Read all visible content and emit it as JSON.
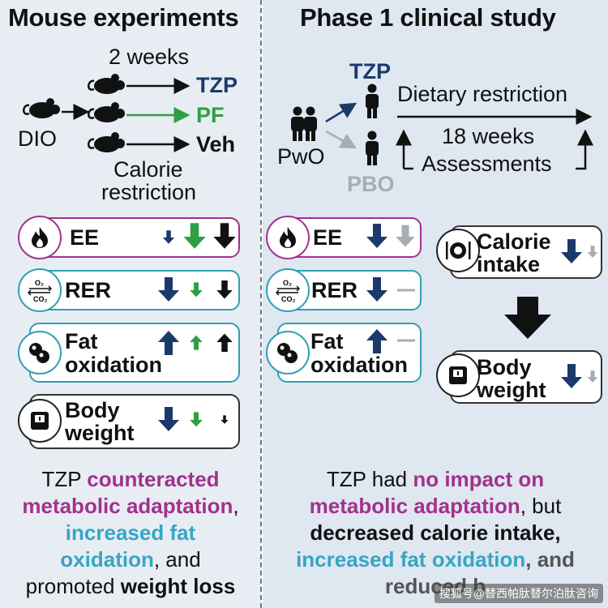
{
  "left": {
    "header": "Mouse experiments",
    "duration": "2 weeks",
    "dio": "DIO",
    "arms": [
      "TZP",
      "PF",
      "Veh"
    ],
    "calorie_restriction": [
      "Calorie",
      "restriction"
    ],
    "cards": {
      "ee": "EE",
      "rer": "RER",
      "fat": [
        "Fat",
        "oxidation"
      ],
      "body": [
        "Body",
        "weight"
      ]
    },
    "footer": {
      "l1a": "TZP ",
      "l1b": "counteracted",
      "l2a": "metabolic adaptation",
      "l2b": ",",
      "l3": "increased fat",
      "l4a": "oxidation",
      "l4b": ", and",
      "l5a": "promoted ",
      "l5b": "weight loss"
    }
  },
  "right": {
    "header": "Phase 1 clinical study",
    "pwo": "PwO",
    "tzp": "TZP",
    "pbo": "PBO",
    "dietary": "Dietary restriction",
    "weeks": "18 weeks",
    "assessments": "Assessments",
    "cards": {
      "ee": "EE",
      "rer": "RER",
      "fat": [
        "Fat",
        "oxidation"
      ],
      "calorie": [
        "Calorie",
        "intake"
      ],
      "body": [
        "Body",
        "weight"
      ]
    },
    "footer": {
      "l1a": "TZP had ",
      "l1b": "no impact on",
      "l2a": "metabolic adaptation",
      "l2b": ", but",
      "l3": "decreased calorie intake,",
      "l4a": "increased fat oxidation",
      "l4b": ", and",
      "l5": "reduced b"
    }
  },
  "icons": {
    "flame": "flame-icon",
    "o2co2": "gas-exchange-icon",
    "fat": "fat-droplets-icon",
    "scale": "scale-icon",
    "plate": "plate-cutlery-icon",
    "mouse": "mouse-icon",
    "person": "person-icon"
  },
  "colors": {
    "navy": "#1b3a6b",
    "green": "#2ea043",
    "black": "#111111",
    "gray": "#a8adb5",
    "magenta": "#a3318c",
    "teal": "#2f9fb5"
  },
  "watermark": "搜狐号@替西帕肽替尔泊肽咨询"
}
